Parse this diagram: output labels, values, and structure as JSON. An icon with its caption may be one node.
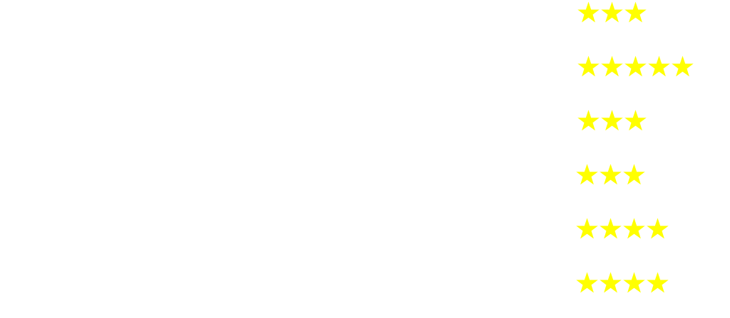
{
  "diagram": {
    "nodes": [
      {
        "text": [],
        "shape": "star"
      },
      {
        "text": [],
        "shape": "star"
      },
      {
        "text": [],
        "shape": "star"
      },
      {
        "text": [],
        "shape": "star"
      },
      {
        "text": [],
        "shape": "star"
      },
      {
        "text": [],
        "shape": "star"
      },
      {
        "text": [],
        "shape": "star"
      },
      {
        "text": [],
        "shape": "star"
      },
      {
        "text": [],
        "shape": "star"
      },
      {
        "text": [],
        "shape": "star"
      },
      {
        "text": [],
        "shape": "star"
      },
      {
        "text": [],
        "shape": "star"
      },
      {
        "text": [],
        "shape": "star"
      },
      {
        "text": [],
        "shape": "star"
      },
      {
        "text": [],
        "shape": "star"
      },
      {
        "text": [],
        "shape": "star"
      },
      {
        "text": [],
        "shape": "star"
      },
      {
        "text": [],
        "shape": "star"
      },
      {
        "text": [],
        "shape": "star"
      },
      {
        "text": [],
        "shape": "star"
      },
      {
        "text": [],
        "shape": "star"
      },
      {
        "text": [],
        "shape": "star"
      }
    ]
  }
}
